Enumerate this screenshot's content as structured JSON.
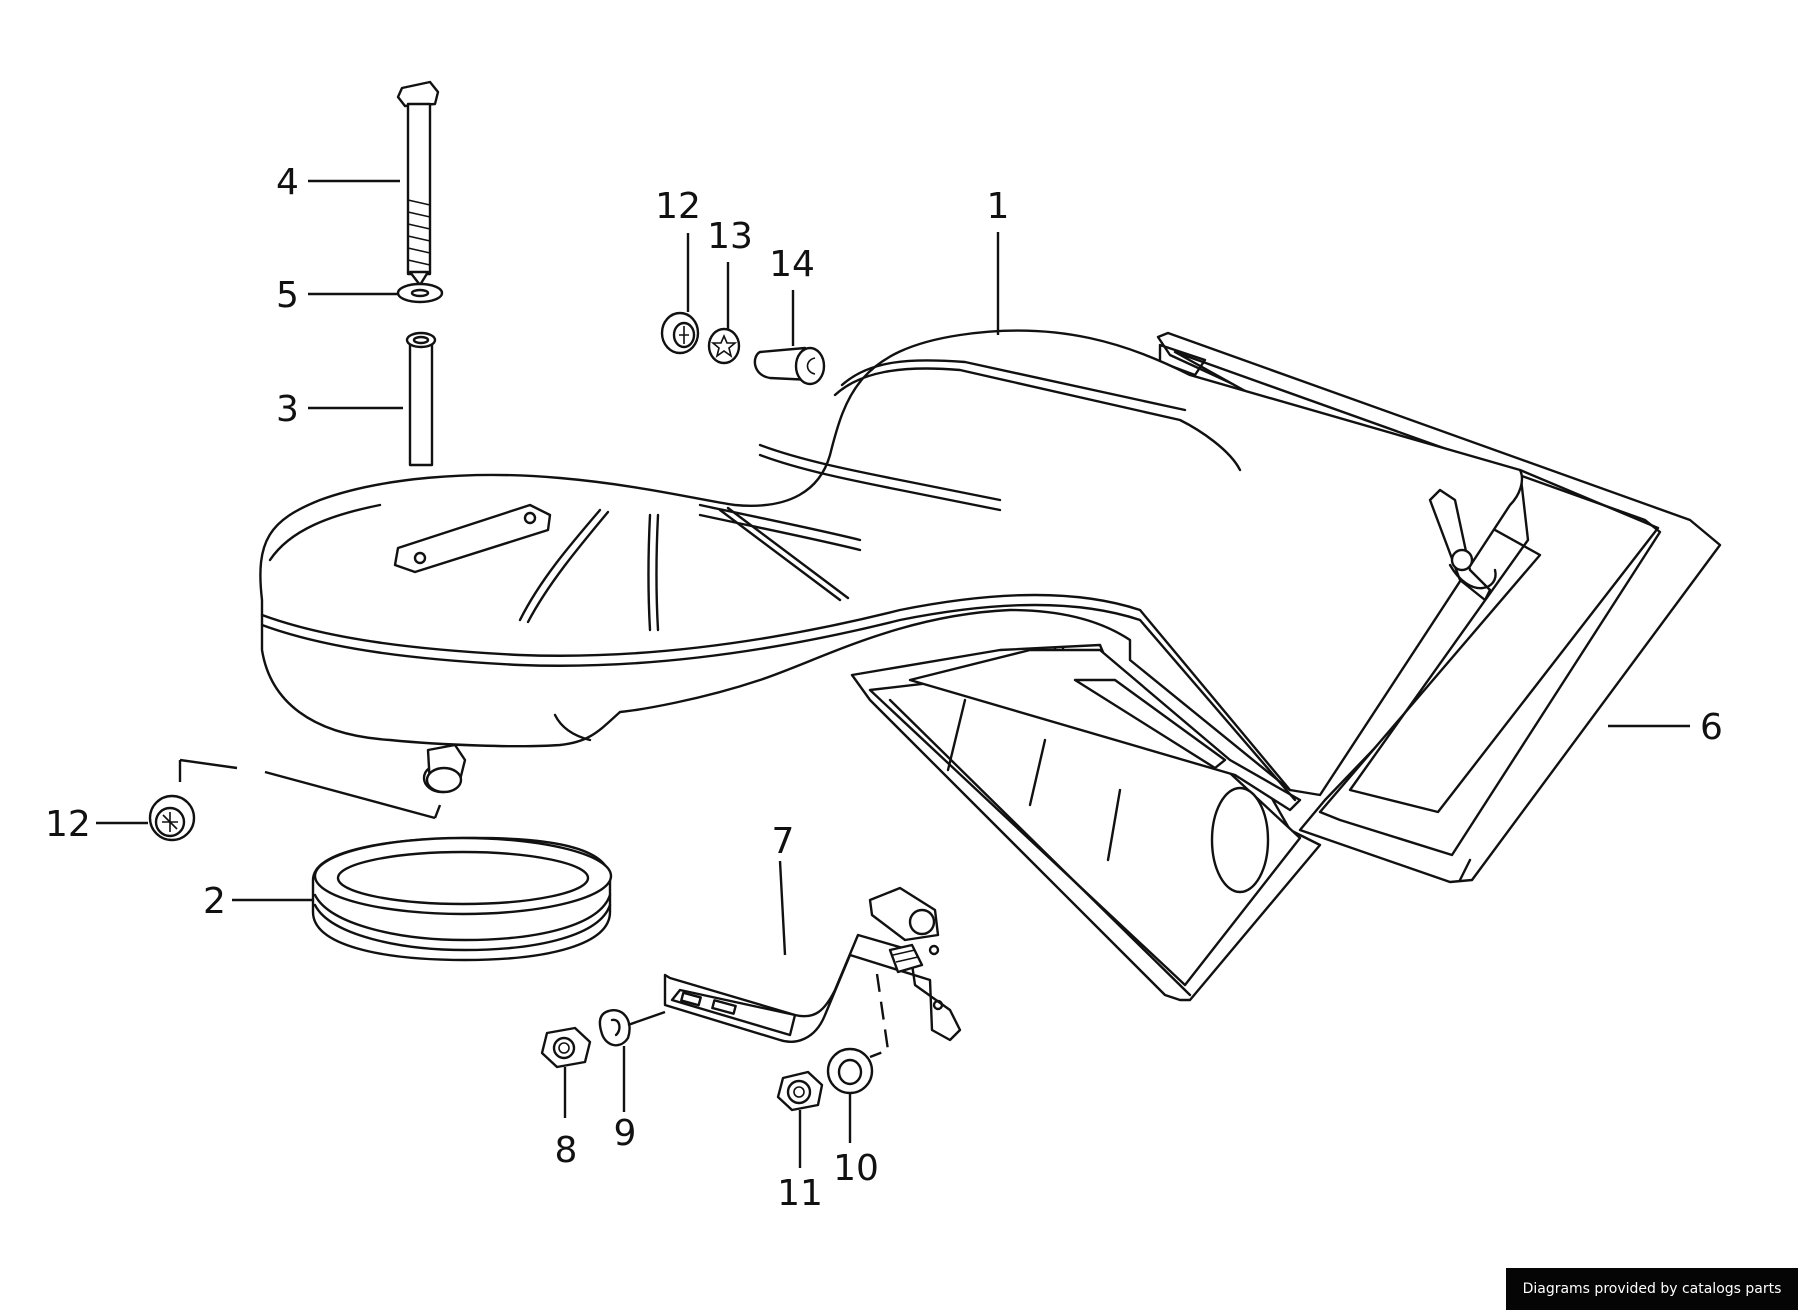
{
  "callouts": {
    "c1": "1",
    "c2": "2",
    "c3": "3",
    "c4": "4",
    "c5": "5",
    "c6": "6",
    "c7": "7",
    "c8": "8",
    "c9": "9",
    "c10": "10",
    "c11": "11",
    "c12a": "12",
    "c12b": "12",
    "c13": "13",
    "c14": "14"
  },
  "credit": "Diagrams provided by catalogs parts"
}
